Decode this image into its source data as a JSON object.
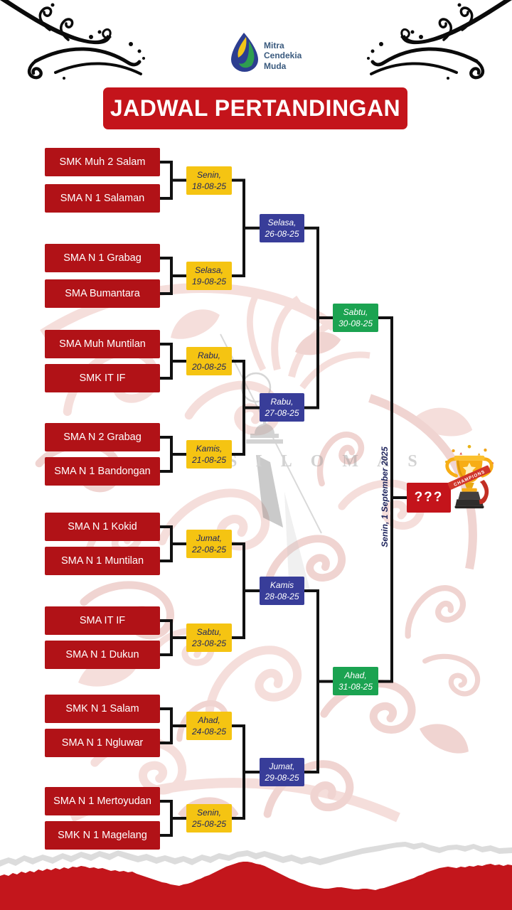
{
  "title": "JADWAL PERTANDINGAN",
  "logo": {
    "name_line1": "Mitra",
    "name_line2": "Cendekia",
    "name_line3": "Muda"
  },
  "bracket": {
    "round1": [
      {
        "team_top": "SMK Muh 2 Salam",
        "team_bottom": "SMA N 1 Salaman",
        "day": "Senin,",
        "date": "18-08-25"
      },
      {
        "team_top": "SMA N 1 Grabag",
        "team_bottom": "SMA Bumantara",
        "day": "Selasa,",
        "date": "19-08-25"
      },
      {
        "team_top": "SMA Muh Muntilan",
        "team_bottom": "SMK IT IF",
        "day": "Rabu,",
        "date": "20-08-25"
      },
      {
        "team_top": "SMA N 2 Grabag",
        "team_bottom": "SMA N 1 Bandongan",
        "day": "Kamis,",
        "date": "21-08-25"
      },
      {
        "team_top": "SMA N 1 Kokid",
        "team_bottom": "SMA N 1 Muntilan",
        "day": "Jumat,",
        "date": "22-08-25"
      },
      {
        "team_top": "SMA IT IF",
        "team_bottom": "SMA N 1 Dukun",
        "day": "Sabtu,",
        "date": "23-08-25"
      },
      {
        "team_top": "SMK N 1 Salam",
        "team_bottom": "SMA N 1 Ngluwar",
        "day": "Ahad,",
        "date": "24-08-25"
      },
      {
        "team_top": "SMA N 1 Mertoyudan",
        "team_bottom": "SMK N 1 Magelang",
        "day": "Senin,",
        "date": "25-08-25"
      }
    ],
    "round2": [
      {
        "day": "Selasa,",
        "date": "26-08-25"
      },
      {
        "day": "Rabu,",
        "date": "27-08-25"
      },
      {
        "day": "Kamis",
        "date": "28-08-25"
      },
      {
        "day": "Jumat,",
        "date": "29-08-25"
      }
    ],
    "semifinal": [
      {
        "day": "Sabtu,",
        "date": "30-08-25"
      },
      {
        "day": "Ahad,",
        "date": "31-08-25"
      }
    ],
    "final": {
      "winner_placeholder": "???",
      "schedule": "Senin, 1 September 2025"
    }
  },
  "watermark": {
    "text": "SILOMAS"
  },
  "trophy": {
    "ribbon_text": "CHAMPIONS"
  },
  "colors": {
    "primary_red": "#C4141B",
    "box_red": "#B11217",
    "yellow": "#F5C412",
    "blue": "#383D99",
    "green": "#1BA351",
    "navy_text": "#20265E"
  }
}
